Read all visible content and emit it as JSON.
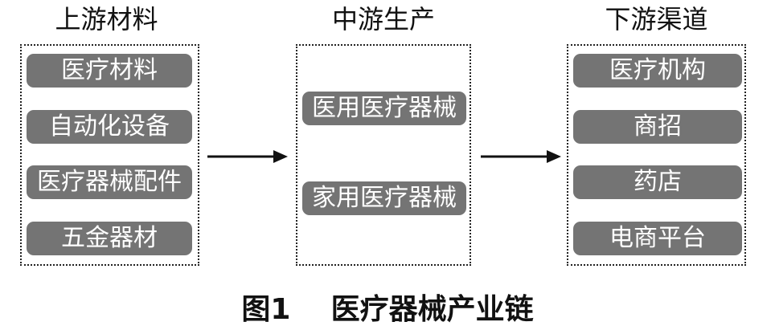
{
  "stages": [
    {
      "title": "上游材料",
      "items": [
        "医疗材料",
        "自动化设备",
        "医疗器械配件",
        "五金器材"
      ]
    },
    {
      "title": "中游生产",
      "items": [
        "医用医疗器械",
        "家用医疗器械"
      ]
    },
    {
      "title": "下游渠道",
      "items": [
        "医疗机构",
        "商招",
        "药店",
        "电商平台"
      ]
    }
  ],
  "caption": "图1    医疗器械产业链",
  "colors": {
    "item_fill": "#747474",
    "item_text": "#ffffff",
    "border": "#222222",
    "arrow": "#111111"
  }
}
